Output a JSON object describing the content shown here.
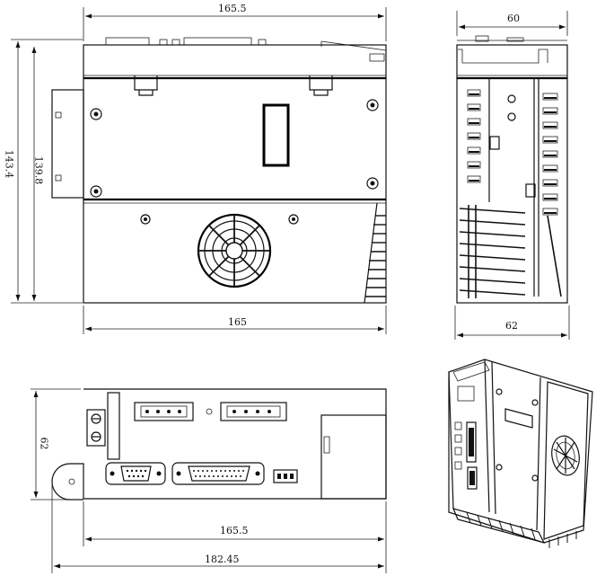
{
  "dimensions": {
    "front_top_width": "165.5",
    "front_total_height": "143.4",
    "front_inner_height": "139.8",
    "front_bottom_width": "165",
    "side_top_width": "60",
    "side_bottom_width": "62",
    "bottom_height": "62",
    "bottom_width": "165.5",
    "bottom_total_width": "182.45"
  }
}
